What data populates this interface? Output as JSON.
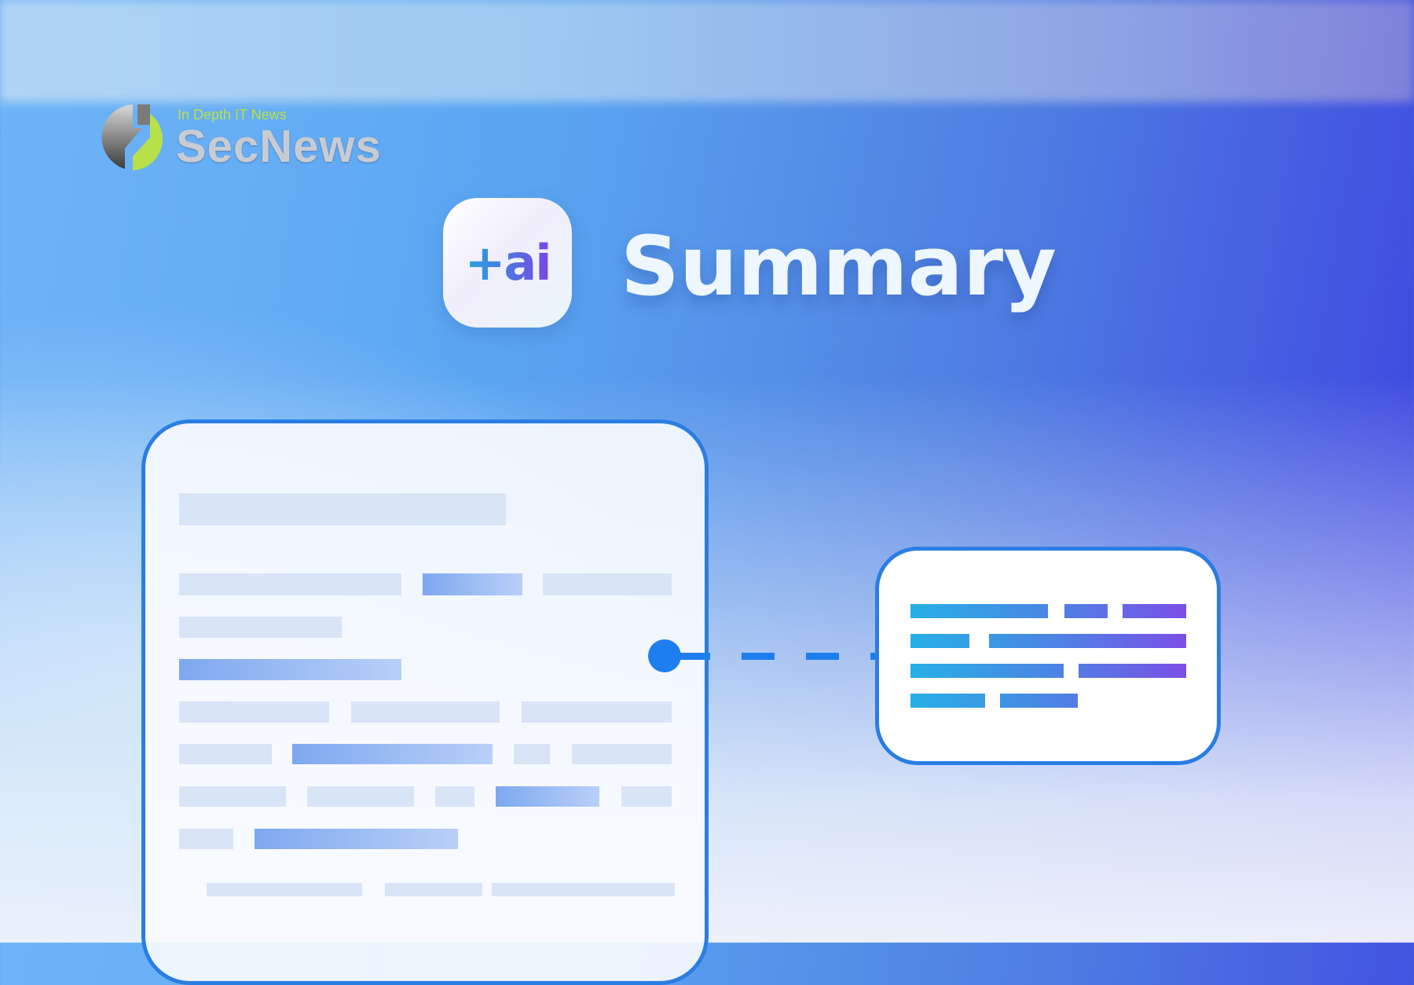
{
  "logo": {
    "tagline": "In Depth IT News",
    "name": "SecNews"
  },
  "app_icon": {
    "label": "+ai"
  },
  "title": "Summary",
  "colors": {
    "accent": "#2a7ee3",
    "summary_start": "#26b0e6",
    "summary_end": "#7b4fe6"
  }
}
